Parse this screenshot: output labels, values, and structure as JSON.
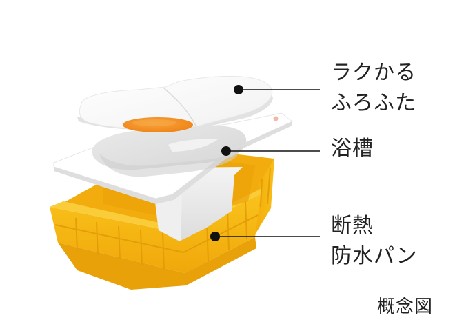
{
  "labels": {
    "lid": {
      "line1": "ラクかる",
      "line2": "ふろふた"
    },
    "tub": {
      "line1": "浴槽"
    },
    "pan": {
      "line1": "断熱",
      "line2": "防水パン"
    }
  },
  "caption": "概念図",
  "colors": {
    "pan_orange": "#f6b40c",
    "pan_shadow": "#e59b06",
    "lid_handle": "#f08a1c",
    "tub_white": "#fbfbfb",
    "leader_line": "#111111"
  }
}
